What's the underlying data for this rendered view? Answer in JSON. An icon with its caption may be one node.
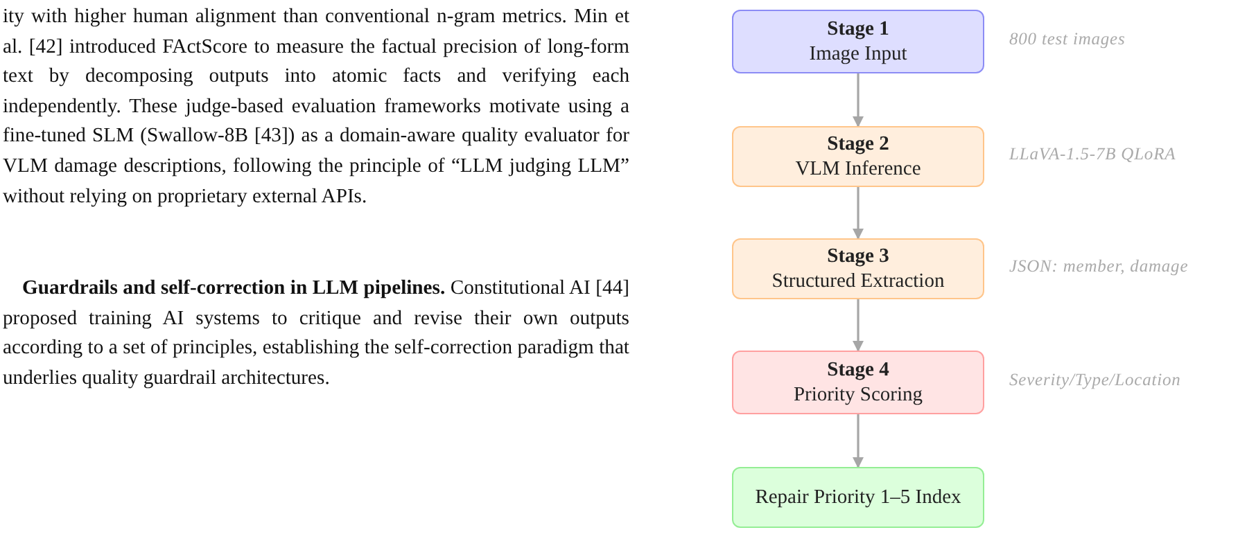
{
  "diagram": {
    "nodes": [
      {
        "text": [
          "Stage 1",
          "Image Input"
        ],
        "beside": [
          "800 test images"
        ]
      },
      {
        "text": [
          "Stage 2",
          "VLM Inference"
        ],
        "beside": [
          "LLaVA-1.5-7B QLoRA"
        ]
      },
      {
        "text": [
          "Stage 3",
          "Structured Extraction"
        ],
        "beside": [
          "JSON: member, damage"
        ]
      },
      {
        "text": [
          "Stage 4",
          "Priority Scoring"
        ],
        "beside": [
          "Severity/Type/Location"
        ]
      },
      {
        "text": [
          "Repair Priority 1–5 Index"
        ]
      }
    ],
    "edges": [
      {
        "from": 0,
        "to": 1,
        "arrow": "to"
      },
      {
        "from": 1,
        "to": 2,
        "arrow": "to"
      },
      {
        "from": 2,
        "to": 3,
        "arrow": "to"
      },
      {
        "from": 3,
        "to": 4,
        "arrow": "to"
      }
    ],
    "labels": [
      "ity with higher human alignment than conventional n-gram metrics. Min et al. [42] introduced FActScore to measure the factual precision of long-form text by decomposing outputs into atomic facts and verifying each independently. These judge-based evaluation frameworks motivate using a fine-tuned SLM (Swallow-8B [43]) as a domain-aware quality evaluator for VLM damage descriptions, following the principle of “LLM judging LLM” without relying on proprietary external APIs.",
      "**Guardrails and self-correction in LLM pipelines.** Constitutional AI [44] proposed training AI systems to critique and revise their own outputs according to a set of principles, establishing the self-correction paradigm that underlies quality guardrail architectures."
    ]
  }
}
